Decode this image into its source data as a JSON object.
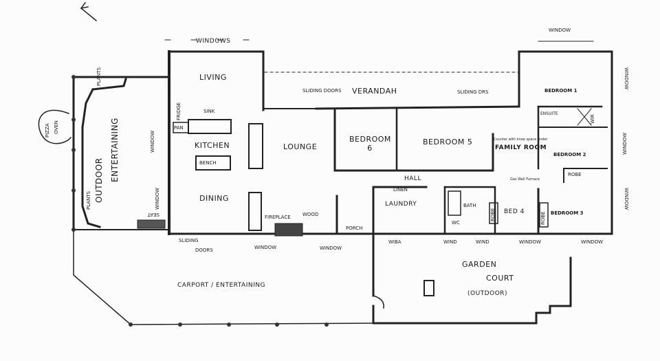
{
  "plan": {
    "labels": {
      "windows_top": "WINDOWS",
      "living": "LIVING",
      "sink": "SINK",
      "fridge": "FRIDGE",
      "pantry": "PAN",
      "kitchen": "KITCHEN",
      "bench": "BENCH",
      "dining": "DINING",
      "lounge": "LOUNGE",
      "fireplace": "FIREPLACE",
      "wood": "WOOD",
      "sliding_doors_south_1": "SLIDING",
      "sliding_doors_south_2": "DOORS",
      "window_dining": "WINDOW",
      "window_lounge": "WINDOW",
      "carport": "CARPORT / ENTERTAINING",
      "outdoor": "OUTDOOR",
      "entertaining": "ENTERTAINING",
      "plants_1": "PLANTS",
      "plants_2": "PLANTS",
      "pizza_oven_1": "PIZZA",
      "pizza_oven_2": "OVEN",
      "window_west_1": "WINDOW",
      "window_west_2": "WINDOW",
      "seat": "SEAT",
      "sliding_doors_north": "SLIDING DOORS",
      "verandah": "VERANDAH",
      "sliding_drs": "SLIDING DRS",
      "bedroom_6": "BEDROOM 6",
      "bedroom_5": "BEDROOM 5",
      "family_room": "FAMILY ROOM",
      "counter_note": "Counter with knee space under",
      "hall": "HALL",
      "linen": "LINEN",
      "laundry": "LAUNDRY",
      "porch": "PORCH",
      "window_laundry": "WIBA",
      "window_wc": "WIND",
      "window_bath": "WIND",
      "window_bed4": "WINDOW",
      "window_bed3": "WINDOW",
      "bath": "BATH",
      "wc": "WC",
      "robe_bed4": "ROBE",
      "bed_4": "BED 4",
      "robe_bed3": "ROBE",
      "bedroom_3": "BEDROOM 3",
      "furnace_note": "Gas Wall Furnace",
      "bedroom_2": "BEDROOM 2",
      "robe_bed2": "ROBE",
      "bedroom_1": "BEDROOM 1",
      "ensuite": "ENSUITE",
      "wir": "WIR",
      "window_bed1_top": "WINDOW",
      "window_east_1": "WINDOW",
      "window_east_2": "WINDOW",
      "window_east_3": "WINDOW",
      "garden": "GARDEN",
      "court": "COURT",
      "outdoor_note": "(OUTDOOR)"
    }
  }
}
